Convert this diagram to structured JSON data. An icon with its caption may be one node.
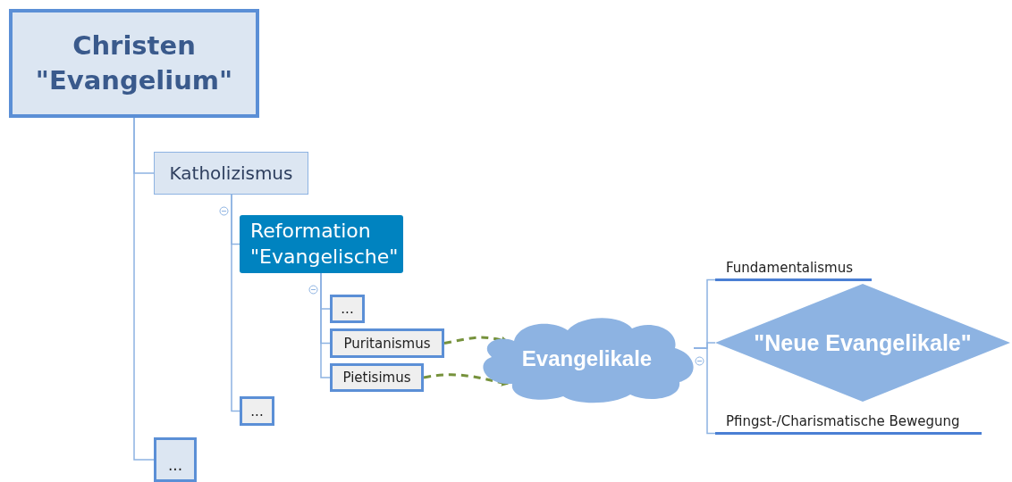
{
  "diagram": {
    "nodes": [
      {
        "text": [
          "Christen \"Evangelium\""
        ]
      },
      {
        "text": [
          "Katholizismus"
        ]
      },
      {
        "text": [
          "Reformation \"Evangelische\""
        ]
      },
      {
        "text": [
          "..."
        ]
      },
      {
        "text": [
          "Puritanismus"
        ]
      },
      {
        "text": [
          "Pietisimus"
        ]
      },
      {
        "text": [
          "..."
        ]
      },
      {
        "text": [
          "..."
        ]
      },
      {
        "text": [
          "Evangelikale"
        ]
      },
      {
        "text": [
          "Fundamentalismus"
        ]
      },
      {
        "text": [
          "\"Neue Evangelikale\""
        ]
      },
      {
        "text": [
          "Pfingst-/Charismatische Bewegung"
        ]
      }
    ],
    "edges": [
      {
        "from": 0,
        "to": 1,
        "arrow": "none"
      },
      {
        "from": 0,
        "to": 7,
        "arrow": "none"
      },
      {
        "from": 1,
        "to": 2,
        "arrow": "none"
      },
      {
        "from": 1,
        "to": 6,
        "arrow": "none"
      },
      {
        "from": 2,
        "to": 3,
        "arrow": "none"
      },
      {
        "from": 2,
        "to": 4,
        "arrow": "none"
      },
      {
        "from": 2,
        "to": 5,
        "arrow": "none"
      },
      {
        "from": 4,
        "to": 8,
        "arrow": "to",
        "style": "dashed",
        "color": "#76923c"
      },
      {
        "from": 5,
        "to": 8,
        "arrow": "to",
        "style": "dashed",
        "color": "#76923c"
      },
      {
        "from": 8,
        "to": 9,
        "arrow": "none"
      },
      {
        "from": 8,
        "to": 10,
        "arrow": "none"
      },
      {
        "from": 8,
        "to": 11,
        "arrow": "none"
      }
    ]
  }
}
